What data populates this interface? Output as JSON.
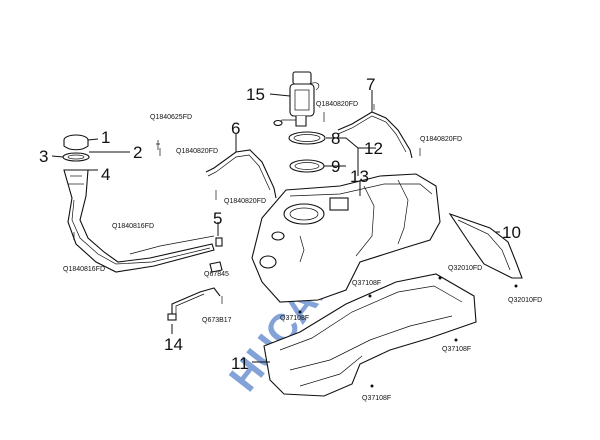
{
  "diagram": {
    "watermark": "HUCARTS",
    "callouts": [
      "1",
      "2",
      "3",
      "4",
      "5",
      "6",
      "7",
      "8",
      "9",
      "10",
      "11",
      "12",
      "13",
      "14",
      "15"
    ],
    "part_codes": {
      "c_q1840625fd": "Q1840625FD",
      "c_q1840820fd_a": "Q1840820FD",
      "c_q1840820fd_b": "Q1840820FD",
      "c_q1840820fd_c": "Q1840820FD",
      "c_q1840820fd_d": "Q1840820FD",
      "c_q1840816fd_a": "Q1840816FD",
      "c_q1840816fd_b": "Q1840816FD",
      "c_q67845": "Q67845",
      "c_q673b17": "Q673B17",
      "c_q37108f_a": "Q37108F",
      "c_q37108f_b": "Q37108F",
      "c_q37108f_c": "Q37108F",
      "c_q37108f_d": "Q37108F",
      "c_q32010fd_a": "Q32010FD",
      "c_q32010fd_b": "Q32010FD"
    }
  }
}
